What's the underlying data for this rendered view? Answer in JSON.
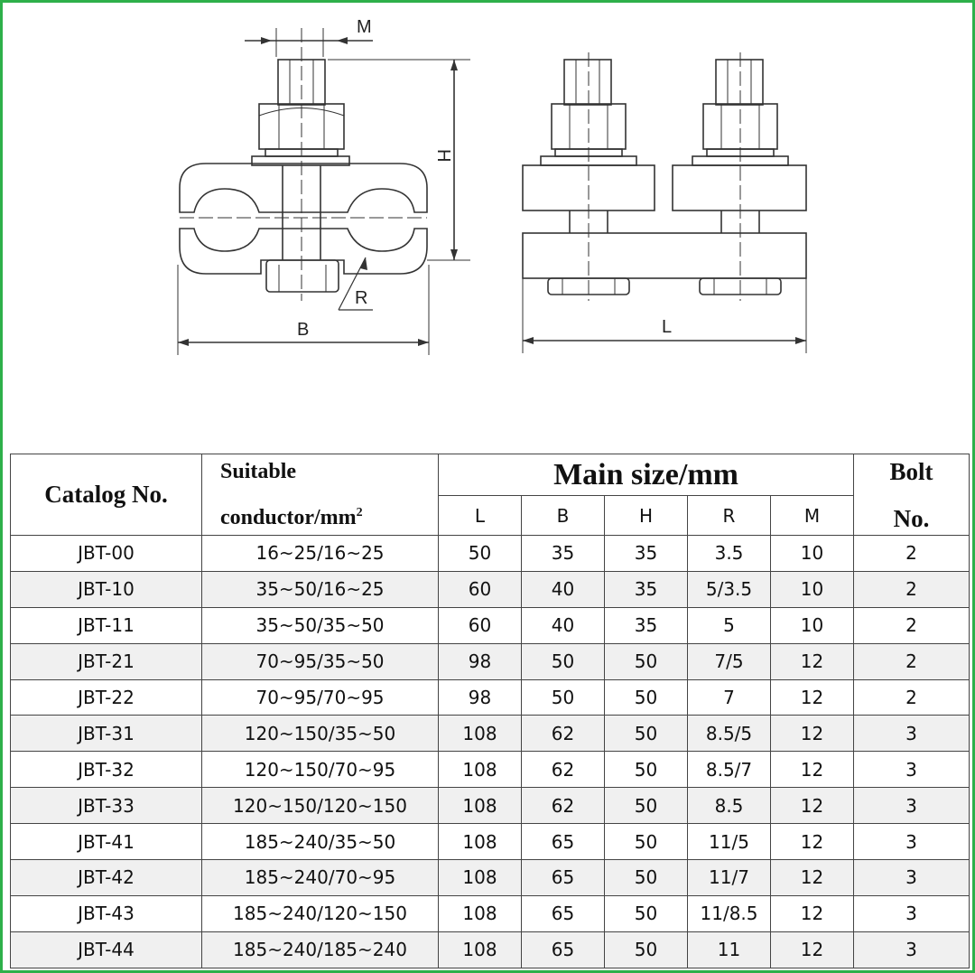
{
  "drawing": {
    "dimension_labels": {
      "M": "M",
      "H": "H",
      "R": "R",
      "B": "B",
      "L": "L"
    }
  },
  "table": {
    "header": {
      "catalog": "Catalog No.",
      "suitable_line1": "Suitable",
      "suitable_line2": "conductor/mm",
      "suitable_sup": "2",
      "main_size": "Main size/mm",
      "bolt_line1": "Bolt",
      "bolt_line2": "No.",
      "sub": [
        "L",
        "B",
        "H",
        "R",
        "M"
      ]
    },
    "rows": [
      {
        "catalog": "JBT-00",
        "conductor": "16~25/16~25",
        "L": "50",
        "B": "35",
        "H": "35",
        "R": "3.5",
        "M": "10",
        "bolt": "2"
      },
      {
        "catalog": "JBT-10",
        "conductor": "35~50/16~25",
        "L": "60",
        "B": "40",
        "H": "35",
        "R": "5/3.5",
        "M": "10",
        "bolt": "2"
      },
      {
        "catalog": "JBT-11",
        "conductor": "35~50/35~50",
        "L": "60",
        "B": "40",
        "H": "35",
        "R": "5",
        "M": "10",
        "bolt": "2"
      },
      {
        "catalog": "JBT-21",
        "conductor": "70~95/35~50",
        "L": "98",
        "B": "50",
        "H": "50",
        "R": "7/5",
        "M": "12",
        "bolt": "2"
      },
      {
        "catalog": "JBT-22",
        "conductor": "70~95/70~95",
        "L": "98",
        "B": "50",
        "H": "50",
        "R": "7",
        "M": "12",
        "bolt": "2"
      },
      {
        "catalog": "JBT-31",
        "conductor": "120~150/35~50",
        "L": "108",
        "B": "62",
        "H": "50",
        "R": "8.5/5",
        "M": "12",
        "bolt": "3"
      },
      {
        "catalog": "JBT-32",
        "conductor": "120~150/70~95",
        "L": "108",
        "B": "62",
        "H": "50",
        "R": "8.5/7",
        "M": "12",
        "bolt": "3"
      },
      {
        "catalog": "JBT-33",
        "conductor": "120~150/120~150",
        "L": "108",
        "B": "62",
        "H": "50",
        "R": "8.5",
        "M": "12",
        "bolt": "3"
      },
      {
        "catalog": "JBT-41",
        "conductor": "185~240/35~50",
        "L": "108",
        "B": "65",
        "H": "50",
        "R": "11/5",
        "M": "12",
        "bolt": "3"
      },
      {
        "catalog": "JBT-42",
        "conductor": "185~240/70~95",
        "L": "108",
        "B": "65",
        "H": "50",
        "R": "11/7",
        "M": "12",
        "bolt": "3"
      },
      {
        "catalog": "JBT-43",
        "conductor": "185~240/120~150",
        "L": "108",
        "B": "65",
        "H": "50",
        "R": "11/8.5",
        "M": "12",
        "bolt": "3"
      },
      {
        "catalog": "JBT-44",
        "conductor": "185~240/185~240",
        "L": "108",
        "B": "65",
        "H": "50",
        "R": "11",
        "M": "12",
        "bolt": "3"
      }
    ]
  }
}
